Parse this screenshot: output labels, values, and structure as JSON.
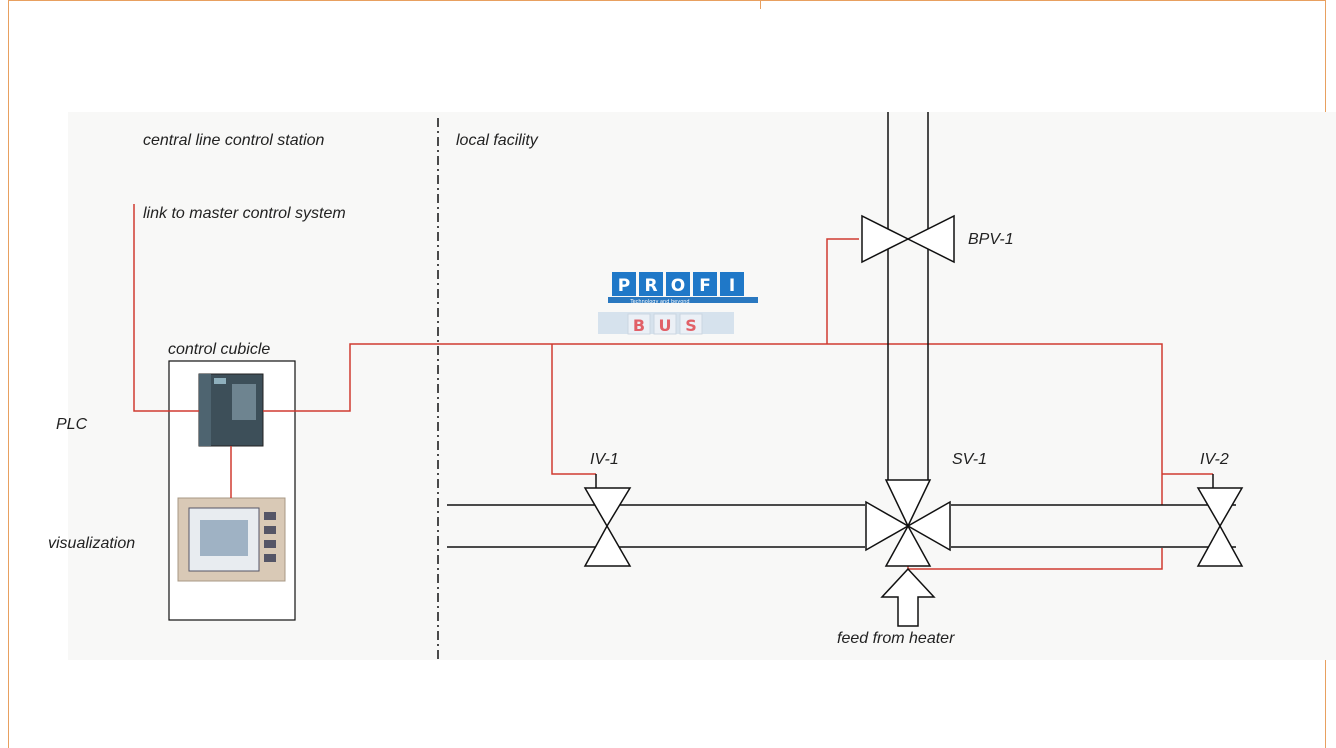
{
  "labels": {
    "central_station": "central line control station",
    "local_facility": "local facility",
    "master_link": "link to master control system",
    "control_cubicle": "control cubicle",
    "plc": "PLC",
    "visualization": "visualization",
    "bpv1": "BPV-1",
    "iv1": "IV-1",
    "sv1": "SV-1",
    "iv2": "IV-2",
    "feed": "feed from heater"
  },
  "logo": {
    "top_letters": [
      "P",
      "R",
      "O",
      "F",
      "I"
    ],
    "bottom_letters": [
      "B",
      "U",
      "S"
    ],
    "tagline": "Technology and beyond"
  },
  "colors": {
    "signal_line": "#d03a30",
    "pipe": "#111111",
    "frame": "#e8a060",
    "logo_blue": "#1f78c8",
    "logo_red": "#d8202c"
  }
}
